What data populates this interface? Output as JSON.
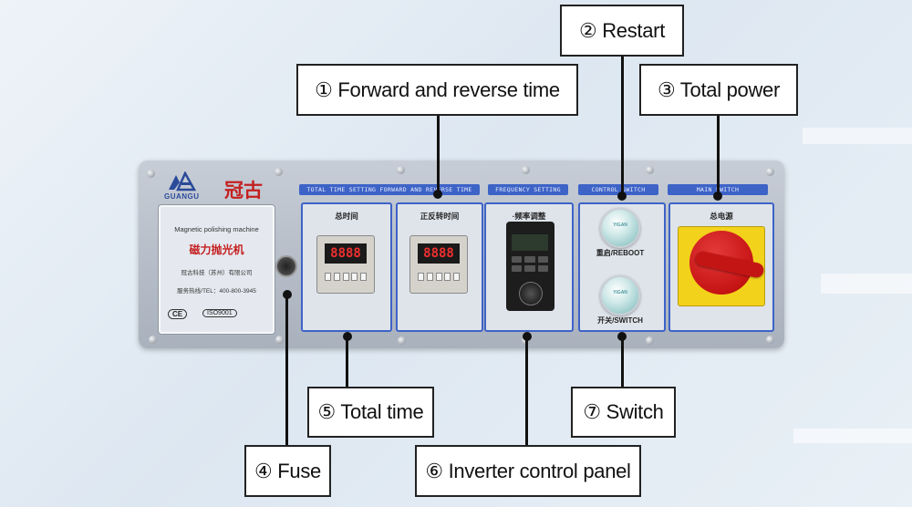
{
  "callouts": {
    "restart": "② Restart",
    "forward_reverse": "① Forward and reverse time",
    "total_power": "③ Total power",
    "total_time": "⑤ Total time",
    "switch": "⑦ Switch",
    "fuse": "④ Fuse",
    "inverter": "⑥ Inverter control panel"
  },
  "nameplate": {
    "brand_en": "GUANGU",
    "brand_cn": "冠古",
    "machine_en": "Magnetic polishing machine",
    "machine_cn": "磁力抛光机",
    "company": "冠古科技（苏州）有限公司",
    "hotline": "服务热线/TEL：400-800-3945",
    "ce": "CE",
    "iso": "ISO9001"
  },
  "strips": {
    "time": "TOTAL TIME SETTING   FORWARD AND REVERSE TIME",
    "frequency": "FREQUENCY   SETTING",
    "control": "CONTROL SWITCH",
    "main": "MAIN SWITCH"
  },
  "boxes": {
    "total_time_label": "总时间",
    "forward_reverse_label": "正反转时间",
    "frequency_label": "·频率调整",
    "main_label": "总电源",
    "reboot_label": "重启/REBOOT",
    "switch_label": "开关/SWITCH"
  },
  "timers": {
    "total_display": "8888",
    "fr_display": "8888"
  },
  "buttons": {
    "reboot_tag": "YIGAN",
    "switch_tag": "YIGAN"
  },
  "colors": {
    "accent_blue": "#3d63c7",
    "brand_red": "#c42020",
    "switch_yellow": "#f3d21b",
    "switch_red": "#c61414"
  }
}
